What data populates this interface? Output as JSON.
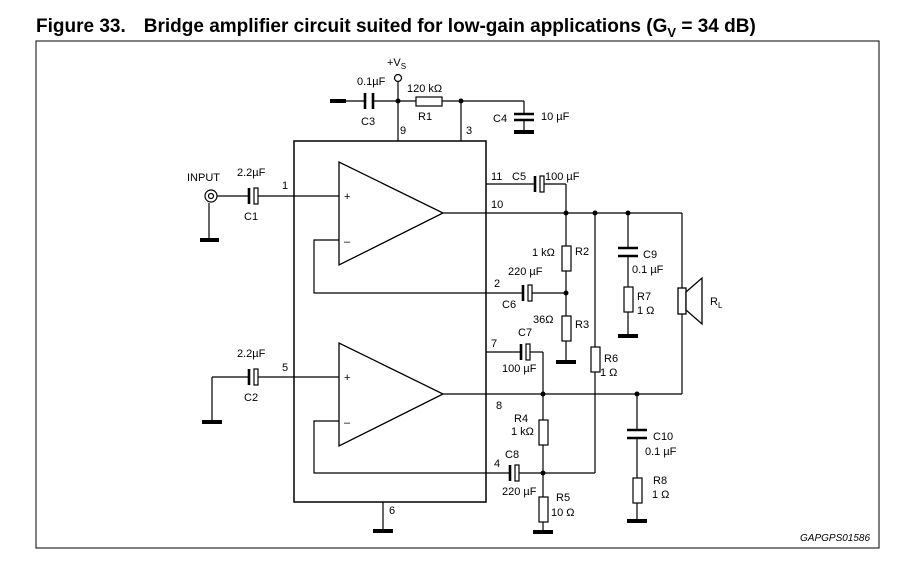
{
  "figure": {
    "number": "Figure 33.",
    "title_main": "Bridge amplifier circuit suited for low-gain applications (G",
    "title_sub": "V",
    "title_end": " = 34 dB)",
    "code": "GAPGPS01586"
  },
  "supply": {
    "label": "+V",
    "sub": "S"
  },
  "labels": {
    "input": "INPUT",
    "load": "R",
    "load_sub": "L",
    "plus": "+",
    "minus": "–"
  },
  "pins": [
    "9",
    "3",
    "1",
    "11",
    "10",
    "2",
    "7",
    "5",
    "8",
    "4",
    "6"
  ],
  "components": {
    "C1": {
      "name": "C1",
      "value": "2.2µF"
    },
    "C2": {
      "name": "C2",
      "value": "2.2µF"
    },
    "C3": {
      "name": "C3",
      "value": "0.1µF"
    },
    "C4": {
      "name": "C4",
      "value": "10 µF"
    },
    "C5": {
      "name": "C5",
      "value": "100 µF"
    },
    "C6": {
      "name": "C6",
      "value": "220 µF"
    },
    "C7": {
      "name": "C7",
      "value": "100 µF"
    },
    "C8": {
      "name": "C8",
      "value": "220 µF"
    },
    "C9": {
      "name": "C9",
      "value": "0.1 µF"
    },
    "C10": {
      "name": "C10",
      "value": "0.1 µF"
    },
    "R1": {
      "name": "R1",
      "value": "120 kΩ"
    },
    "R2": {
      "name": "R2",
      "value": "1 kΩ"
    },
    "R3": {
      "name": "R3",
      "value": "36Ω"
    },
    "R4": {
      "name": "R4",
      "value": "1 kΩ"
    },
    "R5": {
      "name": "R5",
      "value": "10 Ω"
    },
    "R6": {
      "name": "R6",
      "value": "1 Ω"
    },
    "R7": {
      "name": "R7",
      "value": "1 Ω"
    },
    "R8": {
      "name": "R8",
      "value": "1 Ω"
    }
  }
}
